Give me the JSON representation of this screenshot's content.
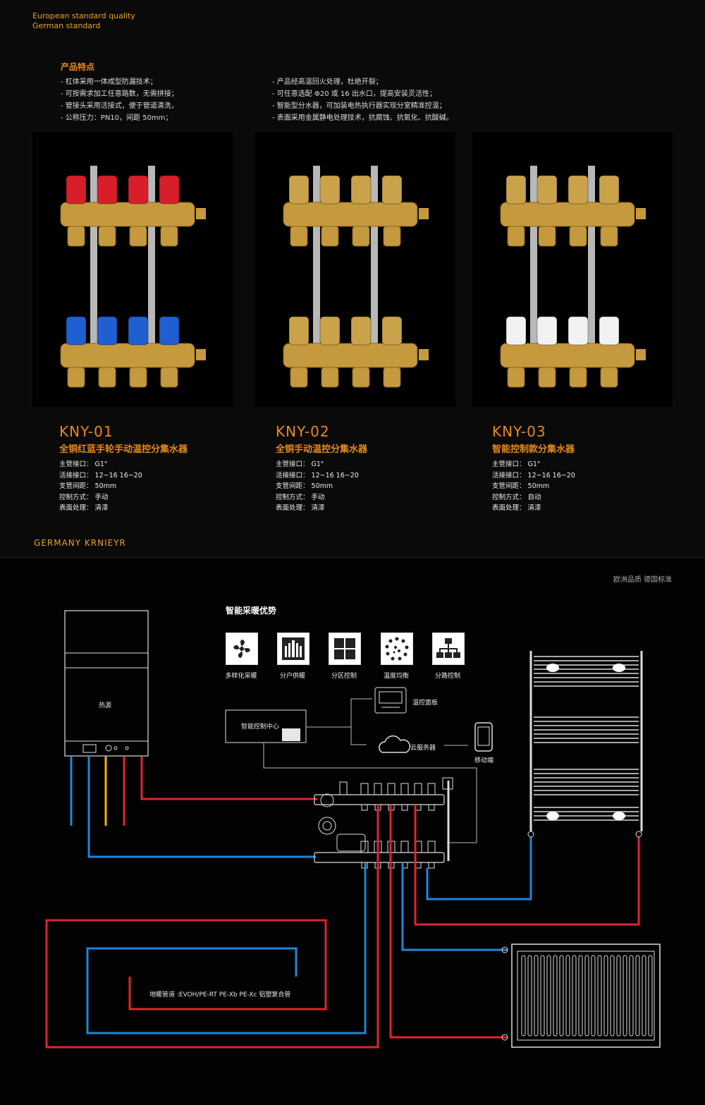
{
  "header": {
    "tagline_1": "European standard quality",
    "tagline_2": "German standard"
  },
  "features": {
    "title": "产品特点",
    "left": [
      "- 杠体采用一体成型防漏技术；",
      "- 可按需求加工任意路数，无需拼接；",
      "- 管接头采用活接式，便于管道清洗，",
      "- 公称压力：PN10，间距 50mm；"
    ],
    "right": [
      "- 产品经高温回火处理，杜绝开裂；",
      "- 可任意选配 Φ20 或 16 出水口，提高安装灵活性；",
      "- 智能型分水器，可加装电热执行器实现分室精准控温；",
      "- 表面采用金属静电处理技术，抗腐蚀、抗氧化、抗酸碱。"
    ]
  },
  "products": [
    {
      "model": "KNY-01",
      "name": "全铜红蓝手轮手动温控分集水器",
      "specs": [
        "主管接口：  G1\"",
        "活接接口：  12~16  16~20",
        "支管间距：  50mm",
        "控制方式：  手动",
        "表面处理：  清漆"
      ],
      "valve_top": "#d81e2a",
      "valve_bottom": "#1f5fcf"
    },
    {
      "model": "KNY-02",
      "name": "全铜手动温控分集水器",
      "specs": [
        "主管接口：  G1\"",
        "活接接口：  12~16  16~20",
        "支管间距：  50mm",
        "控制方式：  手动",
        "表面处理：  清漆"
      ],
      "valve_top": "#c9a24a",
      "valve_bottom": "#c9a24a"
    },
    {
      "model": "KNY-03",
      "name": "智能控制款分集水器",
      "specs": [
        "主管接口：  G1\"",
        "活接接口：  12~16  16~20",
        "支管间距：  50mm",
        "控制方式：  自动",
        "表面处理：  清漆"
      ],
      "valve_top": "#c9a24a",
      "valve_bottom": "#f2f2f2"
    }
  ],
  "brand": "GERMANY KRNIEYR",
  "bottom": {
    "corner_text": "欧洲品质 德国标准",
    "advantages_title": "智能采暖优势",
    "advantages": [
      {
        "label": "多样化采暖",
        "icon": "fan-icon"
      },
      {
        "label": "分户供暖",
        "icon": "building-icon"
      },
      {
        "label": "分区控制",
        "icon": "grid-icon"
      },
      {
        "label": "温度均衡",
        "icon": "dots-icon"
      },
      {
        "label": "分路控制",
        "icon": "tree-icon"
      }
    ],
    "heat_source": "热源",
    "control_center": "智能控制中心",
    "thermostat": "温控面板",
    "cloud": "云服务器",
    "mobile": "移动端",
    "floor_pipe": "地暖管道 :EVOH/PE-RT  PE-Xb  PE-Xc  铝塑复合管"
  },
  "colors": {
    "accent": "#e8891a",
    "hot": "#e0242c",
    "cold": "#1e86d6",
    "gas": "#f0b400"
  }
}
